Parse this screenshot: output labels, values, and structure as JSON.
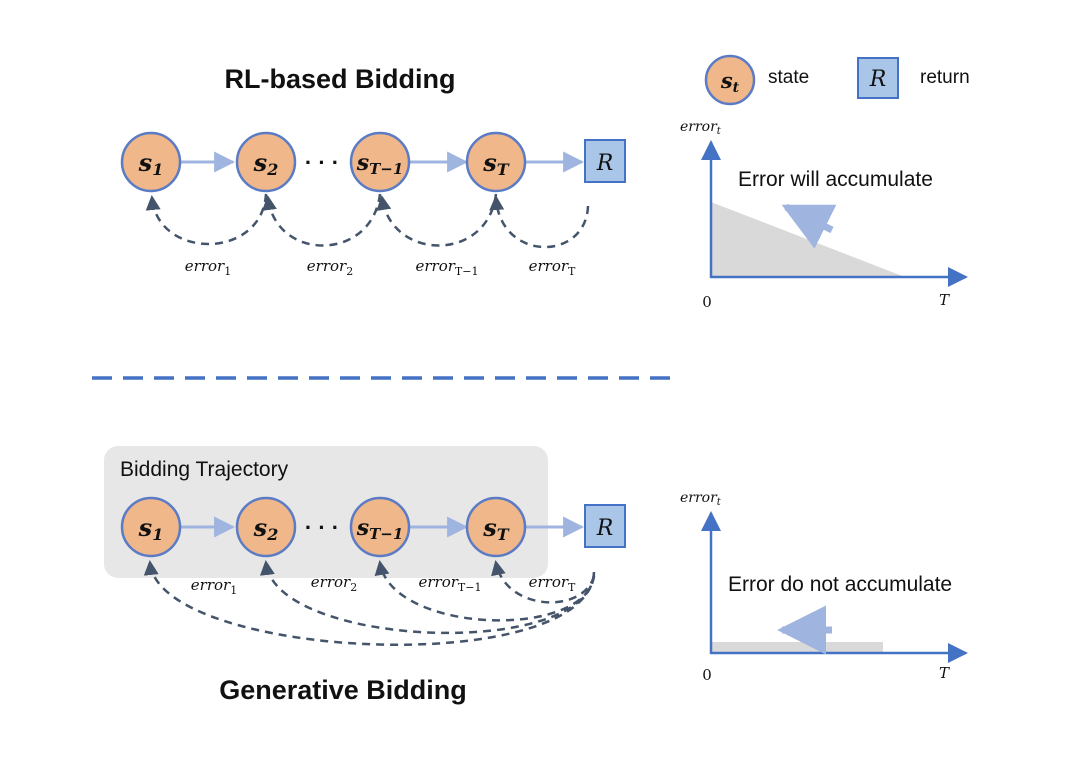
{
  "top": {
    "title": "RL-based Bidding",
    "nodes": [
      {
        "base": "s",
        "sub": "1"
      },
      {
        "base": "s",
        "sub": "2"
      },
      {
        "base": "s",
        "sub": "T−1"
      },
      {
        "base": "s",
        "sub": "T"
      }
    ],
    "ellipsis": "· · ·",
    "return_label": "R",
    "errors": [
      {
        "base": "error",
        "sub": "1"
      },
      {
        "base": "error",
        "sub": "2"
      },
      {
        "base": "error",
        "sub": "T−1"
      },
      {
        "base": "error",
        "sub": "T"
      }
    ],
    "graph": {
      "ylabel_base": "error",
      "ylabel_sub": "t",
      "xlabel": "T",
      "origin": "0",
      "caption": "Error will accumulate"
    }
  },
  "legend": {
    "state_base": "s",
    "state_sub": "t",
    "state_label": "state",
    "return_symbol": "R",
    "return_label": "return"
  },
  "bottom": {
    "title": "Generative Bidding",
    "box_label": "Bidding Trajectory",
    "nodes": [
      {
        "base": "s",
        "sub": "1"
      },
      {
        "base": "s",
        "sub": "2"
      },
      {
        "base": "s",
        "sub": "T−1"
      },
      {
        "base": "s",
        "sub": "T"
      }
    ],
    "ellipsis": "· · ·",
    "return_label": "R",
    "errors": [
      {
        "base": "error",
        "sub": "1"
      },
      {
        "base": "error",
        "sub": "2"
      },
      {
        "base": "error",
        "sub": "T−1"
      },
      {
        "base": "error",
        "sub": "T"
      }
    ],
    "graph": {
      "ylabel_base": "error",
      "ylabel_sub": "t",
      "xlabel": "T",
      "origin": "0",
      "caption": "Error do not accumulate"
    }
  },
  "colors": {
    "node_fill": "#f0b88a",
    "node_stroke": "#5b7bc4",
    "return_fill": "#a9c6e8",
    "arrow": "#9fb5e0",
    "dashed": "#44546a",
    "axis": "#4472c4",
    "shade": "#d9d9d9",
    "box": "#e7e7e7",
    "separator": "#4472c4"
  }
}
